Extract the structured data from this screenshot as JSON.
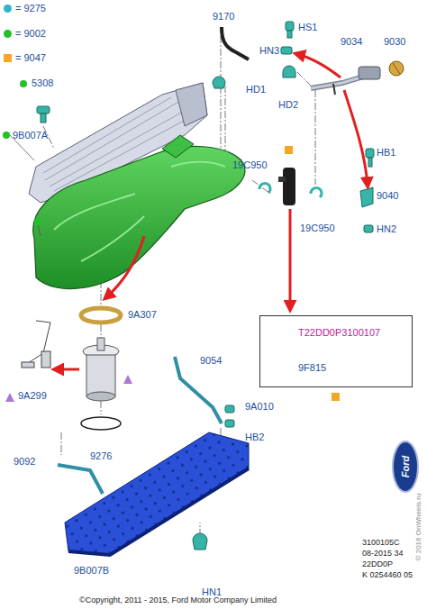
{
  "diagram": {
    "nodes": [
      {
        "text": [
          "T22DD0P3100107",
          "9F815"
        ]
      }
    ],
    "edges": [],
    "labels": [
      "5308",
      "9B007A",
      "9170",
      "HD1",
      "HS1",
      "HN3",
      "HD2",
      "9034",
      "9030",
      "HB1",
      "9040",
      "HN2",
      "19C950",
      "19C950",
      "9A307",
      "9A299",
      "9054",
      "9A010",
      "HB2",
      "9276",
      "9092",
      "9B007B",
      "HN1",
      "3100105C",
      "08-2015 34",
      "22DD0P",
      "K 0254460 05",
      "©Copyright, 2011 - 2015, Ford Motor Company Limited",
      "Ford",
      "© 2016 OnWheels.ru"
    ],
    "legend": [
      {
        "text": "= 9275",
        "color": "#2fb5c9"
      },
      {
        "text": "= 9002",
        "color": "#22c12a"
      },
      {
        "text": "= 9047",
        "color": "#f5a623"
      }
    ]
  }
}
